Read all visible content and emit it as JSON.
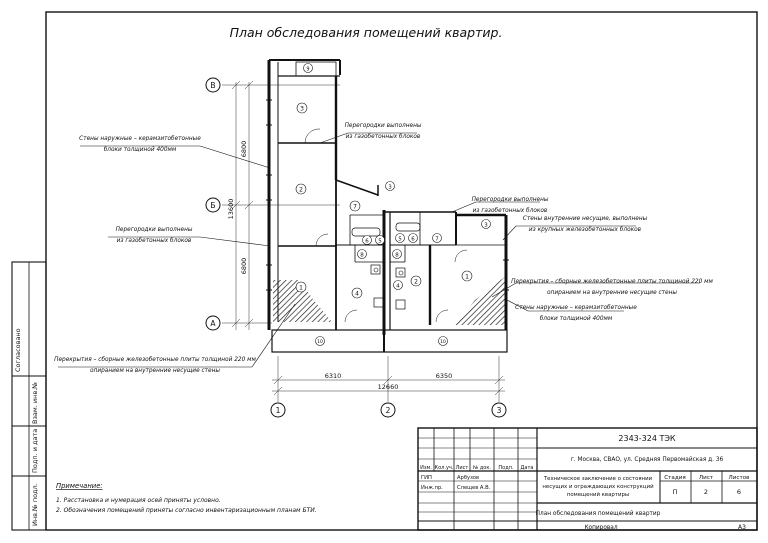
{
  "title": "План обследования помещений квартир.",
  "axes": {
    "rows": [
      "В",
      "Б",
      "А"
    ],
    "cols": [
      "1",
      "2",
      "3"
    ],
    "row_dims": [
      "6800",
      "13600",
      "6800"
    ],
    "col_dims": [
      "6310",
      "12660",
      "6350"
    ]
  },
  "rooms": {
    "r3a": "3",
    "r3b": "3",
    "r2a": "2",
    "r1a": "1",
    "r7a": "7",
    "r6a": "6",
    "r5a": "5",
    "r8a": "8",
    "r4a": "4",
    "r7b": "7",
    "r6b": "6",
    "r5b": "5",
    "r8b": "8",
    "r2b": "2",
    "r4b": "4",
    "r1b": "1",
    "r3c": "3",
    "r9a": "9",
    "r10a": "10",
    "r10b": "10",
    "r3d": "3"
  },
  "callouts": {
    "ext_walls_left": [
      "Стены наружные – керамзитобетонные",
      "блоки толщиной 400мм"
    ],
    "partitions_top": [
      "Перегородки выполнены",
      "из газобетонных блоков"
    ],
    "partitions_left": [
      "Перегородки выполнены",
      "из газобетонных блоков"
    ],
    "partitions_right": [
      "Перегородки выполнены",
      "из газобетонных блоков"
    ],
    "int_walls_right": [
      "Стены внутренние несущие, выполнены",
      "из крупных железобетонных блоков"
    ],
    "floors_right": [
      "Перекрытия – сборные железобетонные плиты толщиной 220 мм",
      "опиранием на внутренние несущие стены"
    ],
    "ext_walls_right": [
      "Стены наружные – керамзитобетонные",
      "блоки толщиной 400мм"
    ],
    "floors_bottom": [
      "Перекрытия – сборные железобетонные плиты толщиной 220 мм",
      "опиранием на внутренние несущие стены"
    ]
  },
  "notes": {
    "heading": "Примечание:",
    "items": [
      "1. Расстановка и нумерация осей приняты условно.",
      "2. Обозначения помещений приняты согласно инвентаризационным планам БТИ."
    ]
  },
  "margin_labels": [
    "Согласовано",
    "Взам. инв.№",
    "Подп. и дата",
    "Инв.№ подл."
  ],
  "title_block": {
    "code": "2343-324 ТЭК",
    "address": "г. Москва, СВАО, ул. Средняя Первомайская д. 36",
    "doc_title": [
      "Техническое заключение о состоянии",
      "несущих и ограждающих конструкций",
      "помещений квартиры"
    ],
    "sheet_title": "План обследования помещений квартир",
    "headers": [
      "Изм.",
      "Кол.уч.",
      "Лист",
      "№ док.",
      "Подп.",
      "Дата"
    ],
    "staff": [
      {
        "role": "ГИП",
        "name": "Арбузов"
      },
      {
        "role": "Инж.пр.",
        "name": "Слещев А.В."
      }
    ],
    "stage_label": "Стадия",
    "sheet_label": "Лист",
    "sheets_label": "Листов",
    "stage": "П",
    "sheet": "2",
    "sheets": "6",
    "copied": "Копировал",
    "format": "А3"
  }
}
